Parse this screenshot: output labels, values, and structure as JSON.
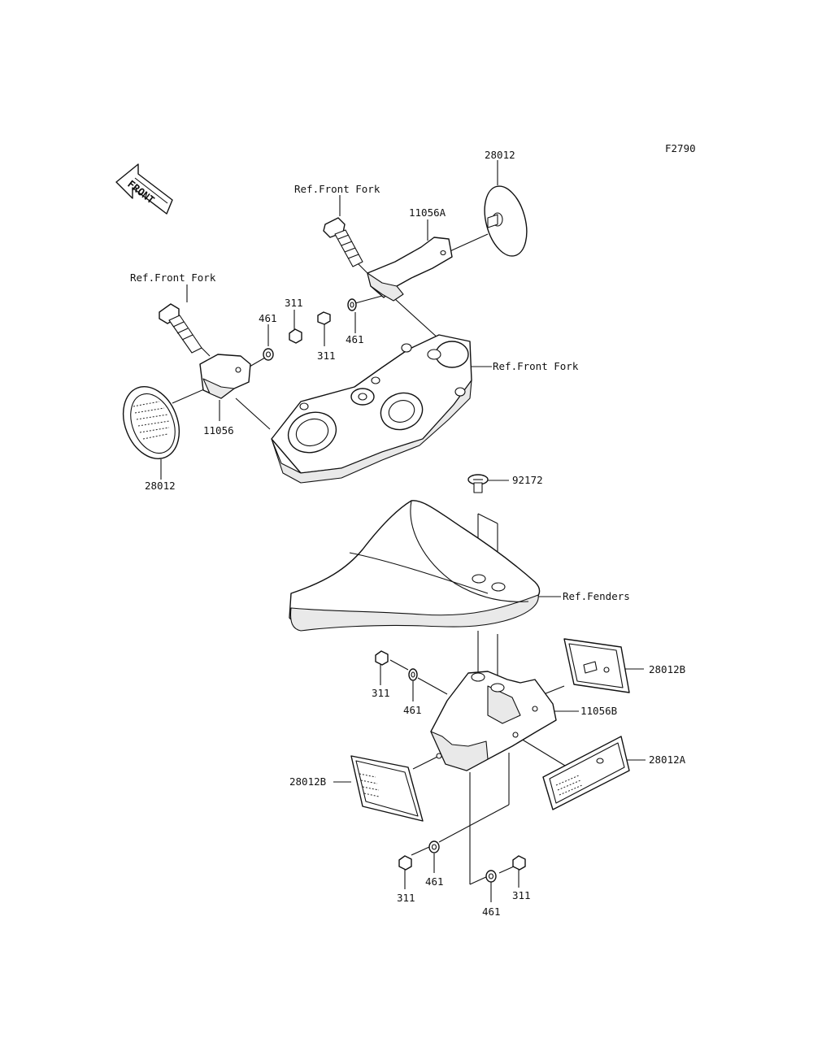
{
  "figure_code": "F2790",
  "front_arrow": {
    "text": "FRONT"
  },
  "labels": {
    "ref_front_fork_top": "Ref.Front Fork",
    "ref_front_fork_left": "Ref.Front Fork",
    "ref_front_fork_right": "Ref.Front Fork",
    "ref_fenders": "Ref.Fenders",
    "reflector_top_right": "28012",
    "reflector_left_round": "28012",
    "bracket_right": "11056A",
    "bracket_left": "11056",
    "bracket_lower": "11056B",
    "screw": "92172",
    "reflector_rect_upper_right": "28012B",
    "reflector_rect_lower_right": "28012A",
    "reflector_rect_left": "28012B",
    "nut_311_a": "311",
    "nut_311_b": "311",
    "nut_311_c": "311",
    "nut_311_d": "311",
    "nut_311_e": "311",
    "washer_461_a": "461",
    "washer_461_b": "461",
    "washer_461_c": "461",
    "washer_461_d": "461",
    "washer_461_e": "461"
  }
}
